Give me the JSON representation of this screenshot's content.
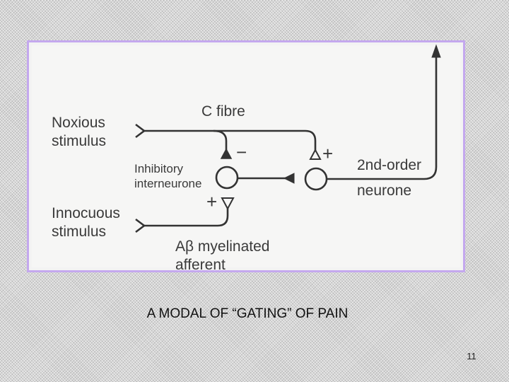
{
  "slide": {
    "caption": "A MODAL OF “GATING” OF PAIN",
    "number": "11"
  },
  "diagram": {
    "labels": {
      "noxious_line1": "Noxious",
      "noxious_line2": "stimulus",
      "c_fibre": "C fibre",
      "inhibitory_line1": "Inhibitory",
      "inhibitory_line2": "interneurone",
      "second_order_line1": "2nd-order",
      "second_order_line2": "neurone",
      "innocuous_line1": "Innocuous",
      "innocuous_line2": "stimulus",
      "abeta_line1": "Aβ myelinated",
      "abeta_line2": "afferent"
    },
    "signs": {
      "inhibitory_from_c": "−",
      "excitatory_to_second": "+",
      "excitatory_from_abeta": "+"
    }
  },
  "colors": {
    "frame_border": "#c4a8ee",
    "line": "#333333"
  }
}
